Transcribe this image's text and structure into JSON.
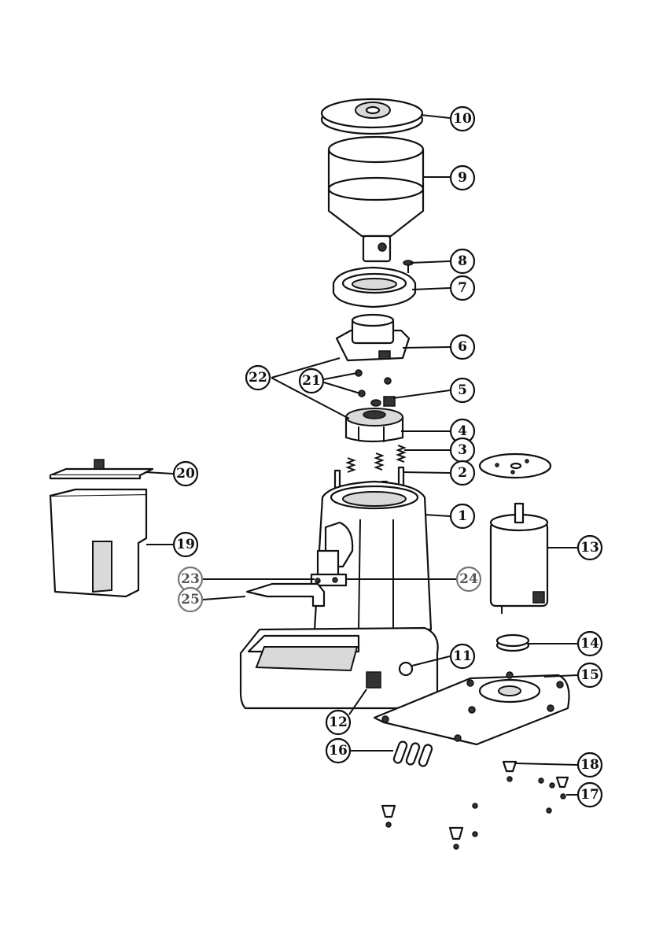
{
  "callouts": {
    "c1": "1",
    "c2": "2",
    "c3": "3",
    "c4": "4",
    "c5": "5",
    "c6": "6",
    "c7": "7",
    "c8": "8",
    "c9": "9",
    "c10": "10",
    "c11": "11",
    "c12": "12",
    "c13": "13",
    "c14": "14",
    "c15": "15",
    "c16": "16",
    "c17": "17",
    "c18": "18",
    "c19": "19",
    "c20": "20",
    "c21": "21",
    "c22": "22",
    "c23": "23",
    "c24": "24",
    "c25": "25"
  },
  "colors": {
    "line": "#111111",
    "fill": "#ffffff",
    "shade": "#d9d9d9"
  }
}
